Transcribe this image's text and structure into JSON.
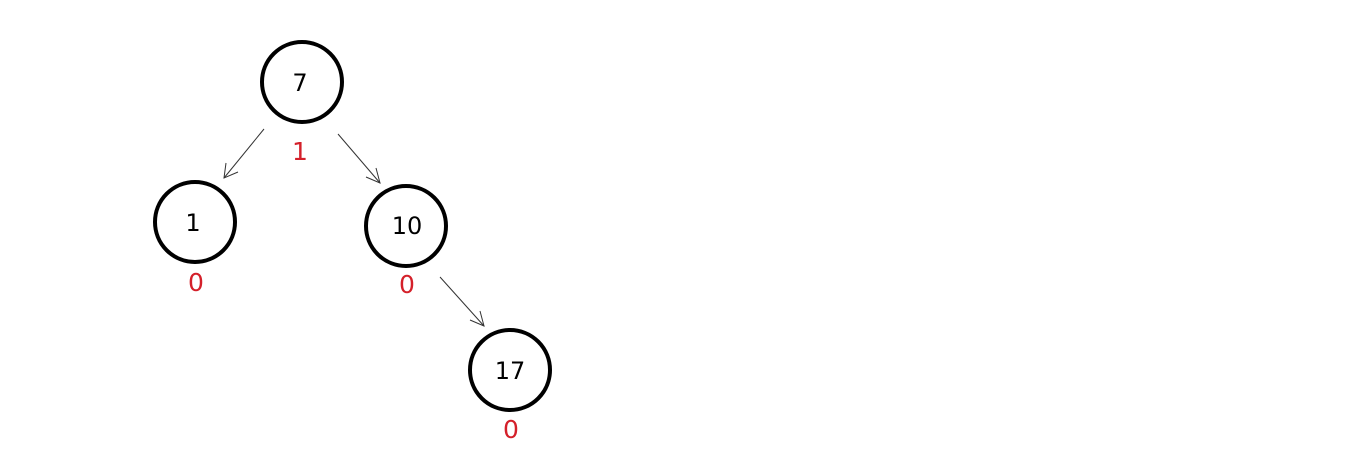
{
  "tree": {
    "nodes": [
      {
        "id": "n7",
        "key": "7",
        "balance": "1"
      },
      {
        "id": "n1",
        "key": "1",
        "balance": "0"
      },
      {
        "id": "n10",
        "key": "10",
        "balance": "0"
      },
      {
        "id": "n17",
        "key": "17",
        "balance": "0"
      }
    ],
    "edges": [
      {
        "from": "n7",
        "to": "n1"
      },
      {
        "from": "n7",
        "to": "n10"
      },
      {
        "from": "n10",
        "to": "n17"
      }
    ]
  },
  "colors": {
    "node_outline": "#000000",
    "balance_text": "#d4202a",
    "edge": "#333333"
  }
}
